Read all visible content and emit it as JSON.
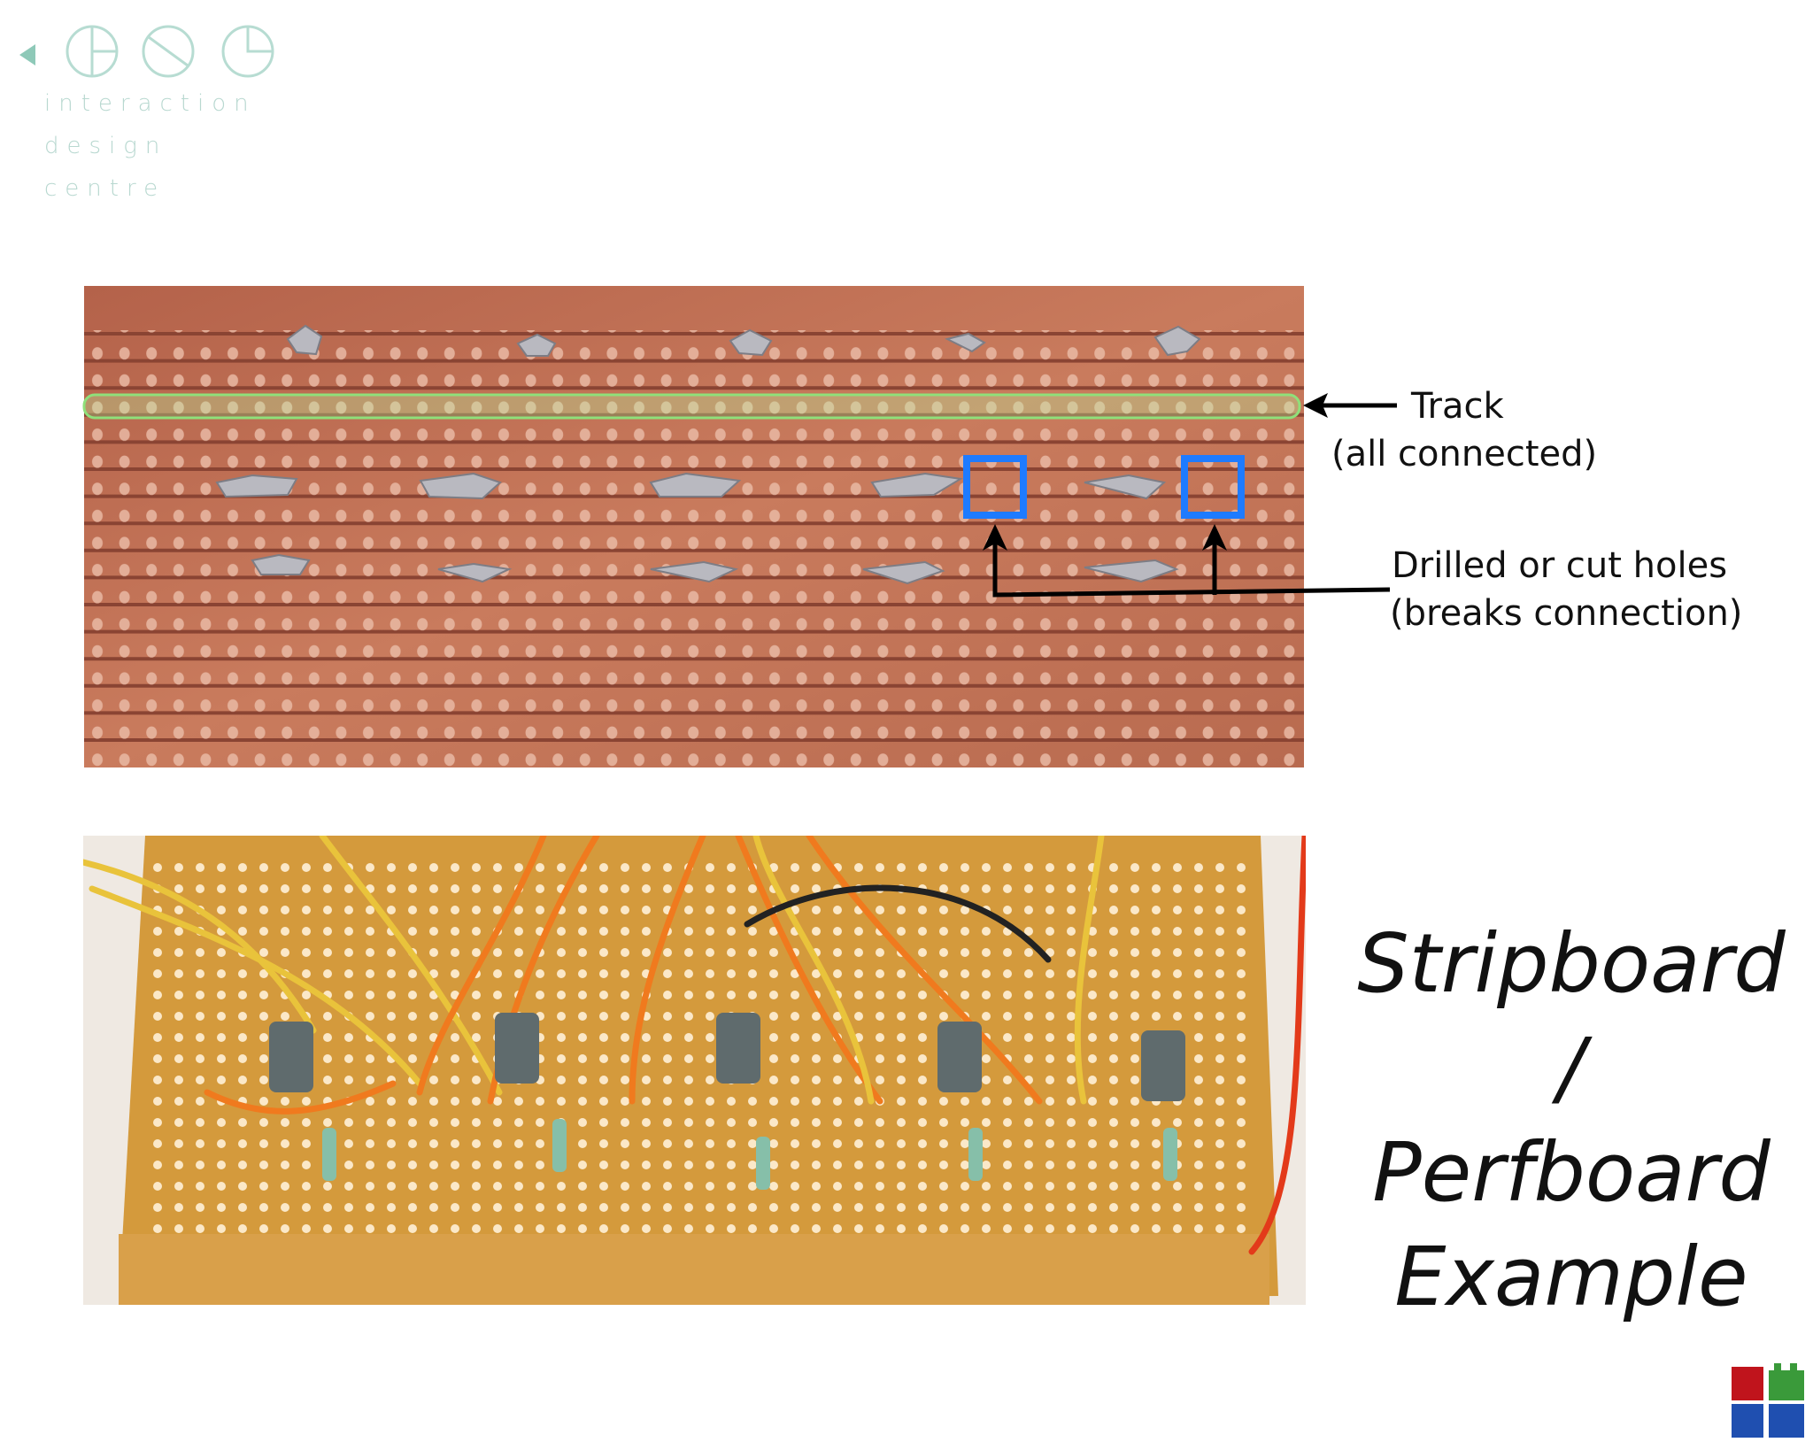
{
  "branding": {
    "line1": "interaction",
    "line2": "design",
    "line3": "centre"
  },
  "annotations": {
    "track_title": "Track",
    "track_sub": "(all connected)",
    "holes_title": "Drilled or cut holes",
    "holes_sub": "(breaks connection)"
  },
  "slide_title": {
    "line1": "Stripboard /",
    "line2": "Perfboard",
    "line3": "Example"
  },
  "colors": {
    "track_highlight": "#8fe07a",
    "hole_box": "#1e7bff",
    "arrow": "#000000",
    "copper": "#c06a4b",
    "perfboard": "#d69a3a"
  }
}
